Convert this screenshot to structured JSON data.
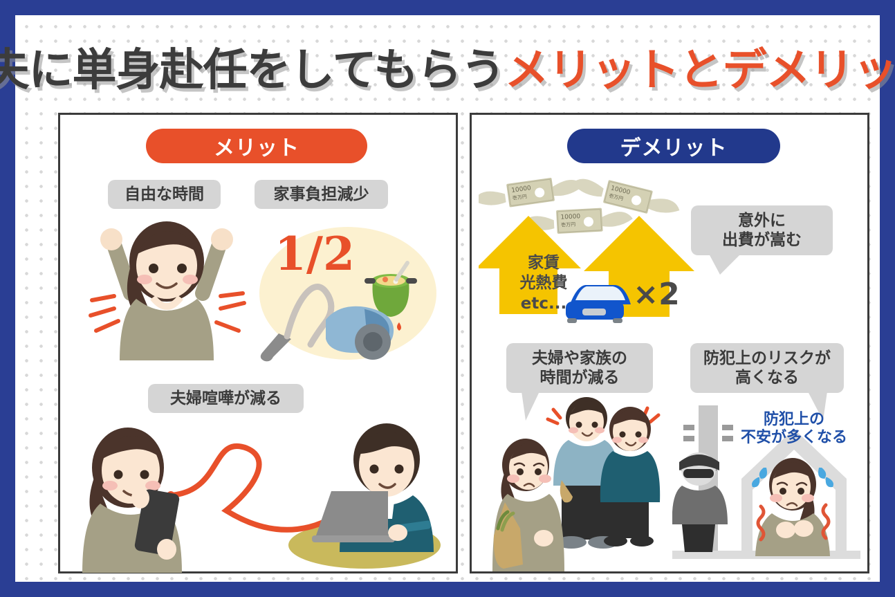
{
  "page": {
    "title_main": "夫に単身赴任をしてもらう",
    "title_accent": "メリットとデメリット",
    "frame_color": "#2A3E94",
    "background": "white dotted pattern"
  },
  "panels": {
    "merit": {
      "badge_label": "メリット",
      "badge_color": "#E8502A",
      "labels": [
        {
          "id": "free-time",
          "text": "自由な時間"
        },
        {
          "id": "housework",
          "text": "家事負担減少"
        },
        {
          "id": "quarrel",
          "text": "夫婦喧嘩が減る"
        }
      ],
      "illustration_notes": {
        "cheering_woman": "woman raising both arms in joy with red motion lines",
        "half_number": "1/2",
        "housework_items": "vacuum cleaner, green cooking pot with flames on cream oval",
        "couple_connection": "woman with smartphone and man with laptop linked by a red heart line over an olive table"
      }
    },
    "demerit": {
      "badge_label": "デメリット",
      "badge_color": "#22398C",
      "labels": [
        {
          "id": "expense",
          "text": "意外に\n出費が嵩む",
          "line1": "意外に",
          "line2": "出費が嵩む"
        },
        {
          "id": "family-time",
          "text": "夫婦や家族の\n時間が減る",
          "line1": "夫婦や家族の",
          "line2": "時間が減る"
        },
        {
          "id": "security-risk",
          "text": "防犯上のリスクが\n高くなる",
          "line1": "防犯上のリスクが",
          "line2": "高くなる"
        }
      ],
      "arrows": {
        "left_arrow_text_line1": "家賃",
        "left_arrow_text_line2": "光熱費",
        "left_arrow_text_line3": "etc...",
        "right_arrow_text": "×2",
        "arrow_color": "#F5C400"
      },
      "house_caption": {
        "line1": "防犯上の",
        "line2": "不安が多くなる",
        "color": "#1F4FA8"
      },
      "money_note": "10000",
      "illustration_notes": {
        "flying_money": "three 10000-yen bills with wings flying away",
        "car": "blue car in front of the right arrow",
        "lonely_woman": "sad woman carrying a grocery bag",
        "happy_couple": "smiling man and woman arm in arm",
        "intruder": "suspicious man with cap and sunglasses hiding behind a utility pole",
        "anxious_woman": "worried woman inside a house outline with sweat drops and red shiver marks"
      }
    }
  }
}
